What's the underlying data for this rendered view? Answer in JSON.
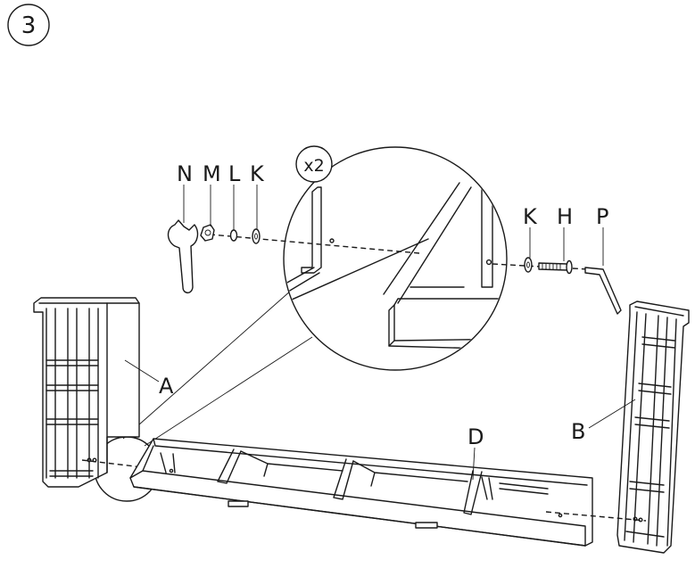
{
  "step_number": "3",
  "callout_multiplier": "x2",
  "parts": {
    "A": "A",
    "B": "B",
    "D": "D",
    "H": "H",
    "K_left": "K",
    "K_right": "K",
    "L": "L",
    "M": "M",
    "N": "N",
    "P": "P"
  }
}
